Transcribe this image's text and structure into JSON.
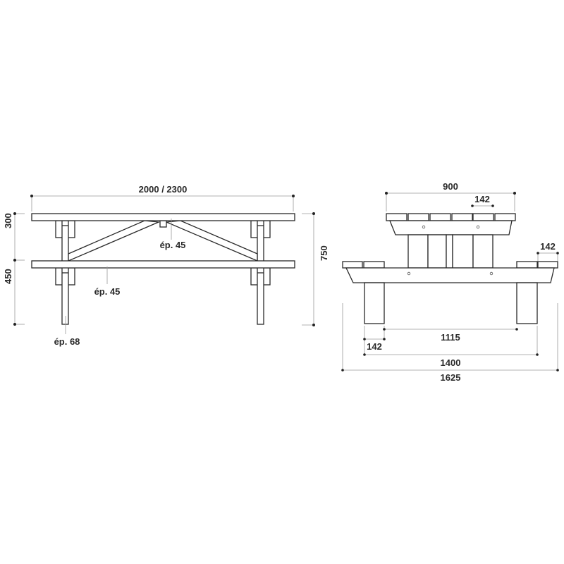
{
  "side_view": {
    "length": "2000 / 2300",
    "top_to_seat": "300",
    "seat_height": "450",
    "total_height": "750",
    "tabletop_thickness": "ép. 45",
    "seat_thickness": "ép. 45",
    "leg_thickness": "ép. 68"
  },
  "end_view": {
    "table_width": "900",
    "table_slat_width": "142",
    "seat_slat_width": "142",
    "inner_leg_spacing": "1115",
    "leg_width": "142",
    "outer_leg_spacing": "1400",
    "total_width": "1625"
  }
}
